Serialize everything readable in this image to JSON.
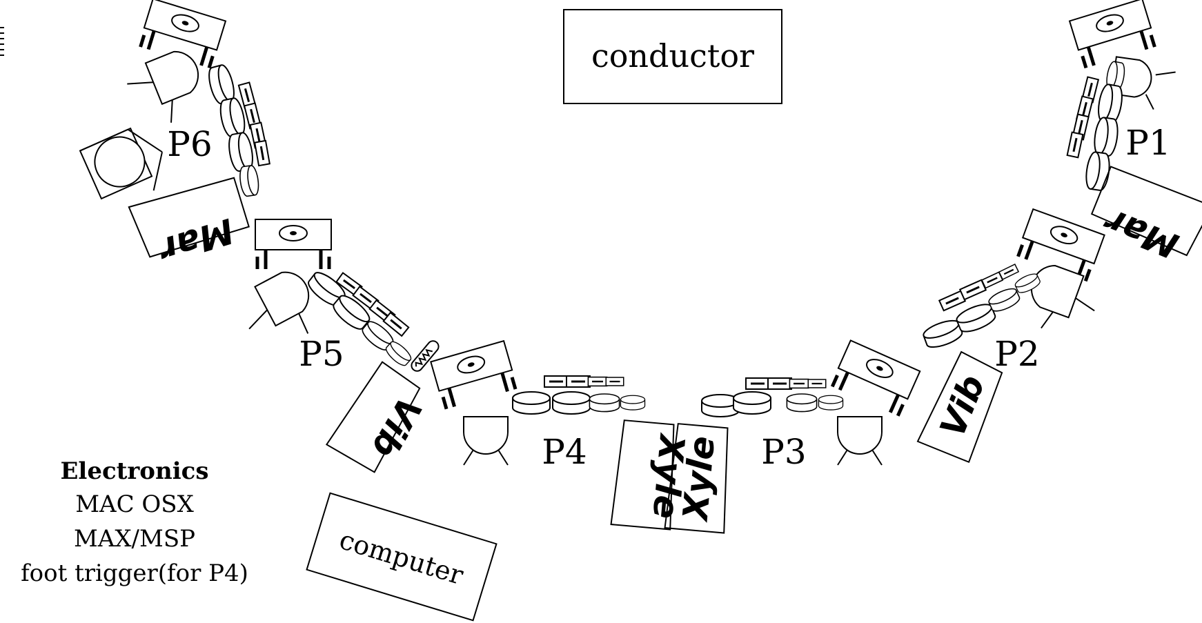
{
  "diagram": {
    "conductor_label": "conductor",
    "computer_label": "computer",
    "players": [
      {
        "id": "P1",
        "label": "P1"
      },
      {
        "id": "P2",
        "label": "P2"
      },
      {
        "id": "P3",
        "label": "P3"
      },
      {
        "id": "P4",
        "label": "P4"
      },
      {
        "id": "P5",
        "label": "P5"
      },
      {
        "id": "P6",
        "label": "P6"
      }
    ],
    "instruments": {
      "marimba": "Mar",
      "vibraphone": "Vib",
      "xylophone": "Xyle"
    },
    "electronics": {
      "heading": "Electronics",
      "lines": [
        "MAC OSX",
        "MAX/MSP",
        "foot trigger(for P4)"
      ]
    }
  }
}
